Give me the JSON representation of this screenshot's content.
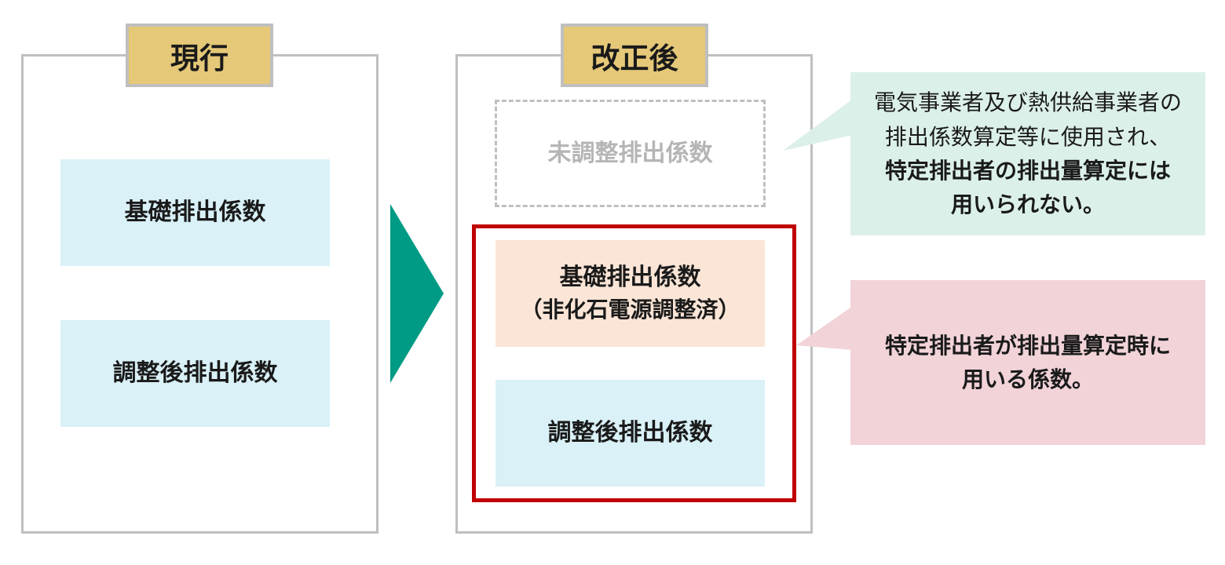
{
  "current": {
    "title": "現行",
    "basic_coefficient": "基礎排出係数",
    "adjusted_coefficient": "調整後排出係数"
  },
  "revised": {
    "title": "改正後",
    "unadjusted_coefficient": "未調整排出係数",
    "basic_coefficient": "基礎排出係数",
    "basic_coefficient_note": "（非化石電源調整済）",
    "adjusted_coefficient": "調整後排出係数"
  },
  "callouts": {
    "unadjusted": {
      "line1": "電気事業者及び熱供給事業者の",
      "line2": "排出係数算定等に使用され、",
      "line3": "特定排出者の排出量算定には",
      "line4": "用いられない。"
    },
    "adjusted": {
      "line1": "特定排出者が排出量算定時に",
      "line2": "用いる係数。"
    }
  },
  "colors": {
    "title_fill": "#e5c878",
    "panel_border": "#bfbfbf",
    "blue_box": "#d9f1f7",
    "peach_box": "#fbe5d6",
    "highlight_frame": "#c00000",
    "arrow": "#009b84",
    "callout_green": "#dcf0ea",
    "callout_pink": "#f1d3d8",
    "unadjusted_text": "#b5b5b5"
  },
  "icons": {
    "arrow": "right-arrow-icon"
  }
}
